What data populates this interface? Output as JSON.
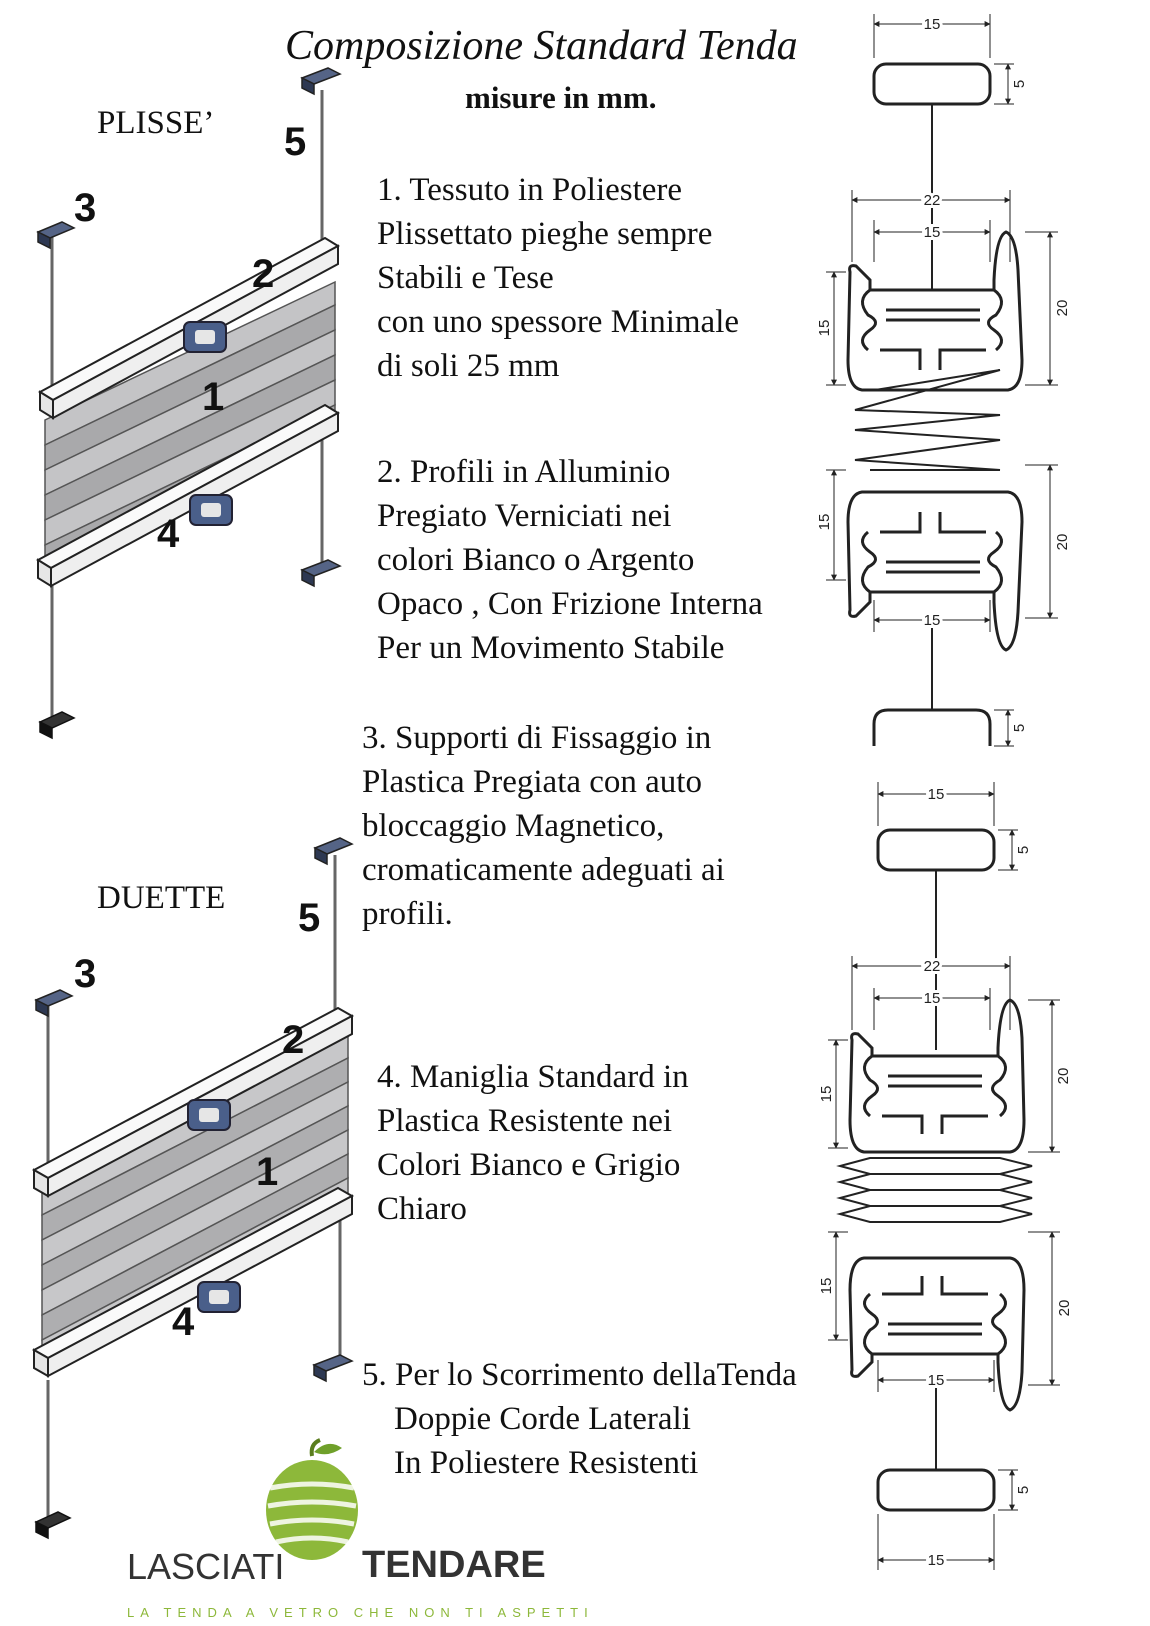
{
  "header": {
    "title": "Composizione Standard Tenda",
    "subtitle": "misure in mm."
  },
  "blinds": [
    {
      "type_label": "PLISSE’"
    },
    {
      "type_label": "DUETTE"
    }
  ],
  "callout_numbers": [
    "1",
    "2",
    "3",
    "4",
    "5"
  ],
  "items": [
    {
      "number": "1.",
      "lines": [
        "Tessuto in Poliestere",
        "Plissettato pieghe sempre",
        "Stabili e Tese",
        "con uno spessore Minimale",
        "di soli 25 mm"
      ]
    },
    {
      "number": "2.",
      "lines": [
        "Profili in Alluminio",
        "Pregiato Verniciati nei",
        "colori Bianco o Argento",
        "Opaco , Con Frizione Interna",
        "Per un Movimento Stabile"
      ]
    },
    {
      "number": "3.",
      "lines": [
        "Supporti di Fissaggio in",
        "Plastica Pregiata con auto",
        "bloccaggio Magnetico,",
        "cromaticamente adeguati ai",
        "profili."
      ]
    },
    {
      "number": "4.",
      "lines": [
        "Maniglia Standard in",
        "Plastica Resistente nei",
        "Colori Bianco e Grigio",
        "Chiaro"
      ]
    },
    {
      "number": "5.",
      "lines": [
        "Per lo Scorrimento dellaTenda",
        "Doppie Corde Laterali",
        "In Poliestere Resistenti"
      ]
    }
  ],
  "dimensions": {
    "bracket_width": "15",
    "bracket_height": "5",
    "profile_total_width": "22",
    "profile_inner_width": "15",
    "profile_height": "20",
    "profile_depth": "15"
  },
  "logo": {
    "brand_left": "LASCIATI",
    "brand_right": "TENDARE",
    "slogan": "LA TENDA A VETRO CHE NON TI ASPETTI",
    "accent_color": "#8db83a"
  },
  "colors": {
    "handle": "#4a5f8a",
    "fabric": "#b9b9bb",
    "profile": "#f2f2f2"
  }
}
